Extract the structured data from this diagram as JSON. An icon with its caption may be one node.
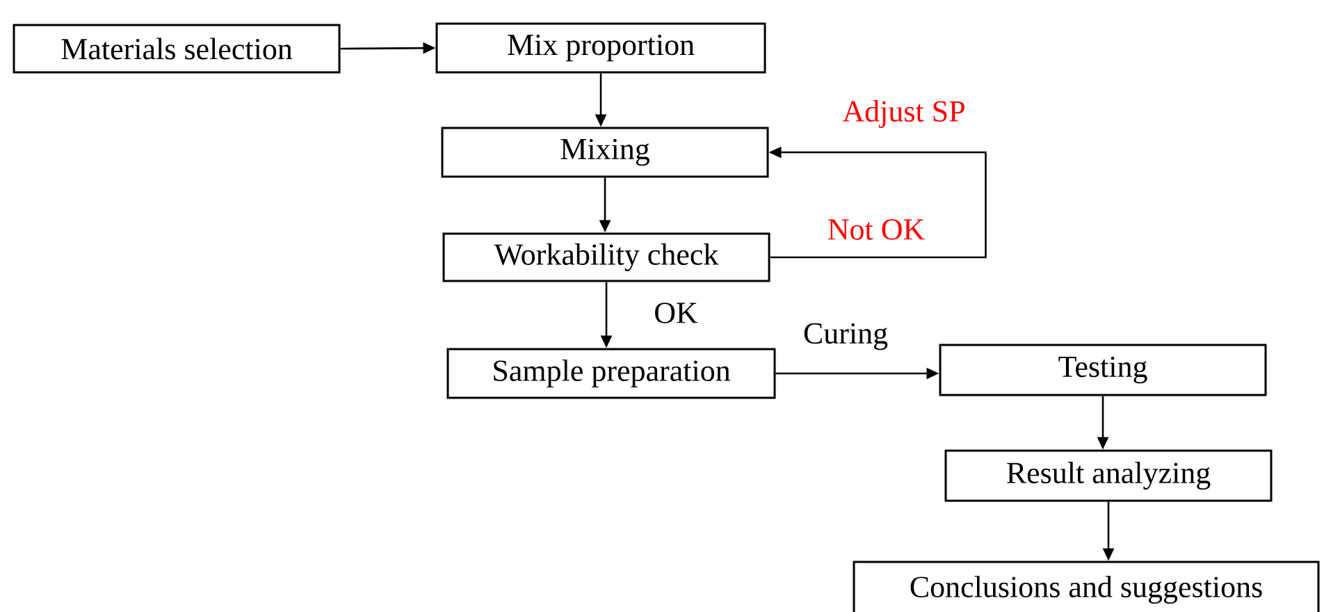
{
  "diagram": {
    "nodes": [
      {
        "text": [
          "Materials selection"
        ]
      },
      {
        "text": [
          "Mix proportion"
        ]
      },
      {
        "text": [
          "Mixing"
        ]
      },
      {
        "text": [
          "Workability check"
        ]
      },
      {
        "text": [
          "Sample preparation"
        ]
      },
      {
        "text": [
          "Testing"
        ]
      },
      {
        "text": [
          "Result analyzing"
        ]
      },
      {
        "text": [
          "Conclusions and suggestions"
        ]
      }
    ],
    "edges": [
      {
        "from": 0,
        "to": 1,
        "arrow": "to"
      },
      {
        "from": 1,
        "to": 2,
        "arrow": "to"
      },
      {
        "from": 2,
        "to": 3,
        "arrow": "to"
      },
      {
        "from": 3,
        "to": 2,
        "arrow": "to",
        "label": "Not OK"
      },
      {
        "from": 3,
        "to": 4,
        "arrow": "to",
        "label": "OK"
      },
      {
        "from": 4,
        "to": 5,
        "arrow": "to",
        "label": "Curing"
      },
      {
        "from": 5,
        "to": 6,
        "arrow": "to"
      },
      {
        "from": 6,
        "to": 7,
        "arrow": "to"
      }
    ],
    "labels": [
      "Adjust SP"
    ]
  }
}
